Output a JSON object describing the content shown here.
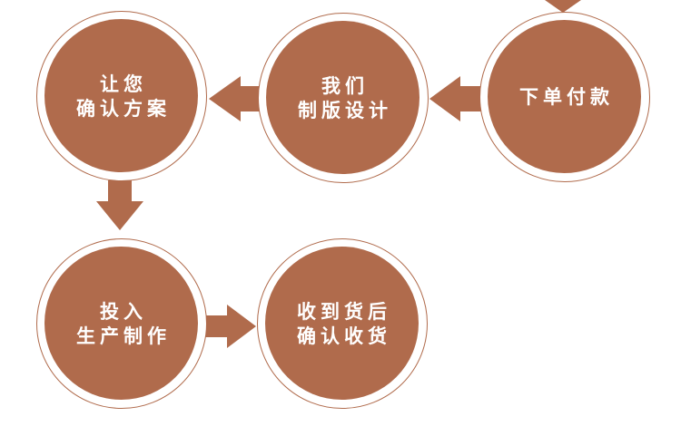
{
  "steps": [
    {
      "id": "pay",
      "lines": [
        "下单付款"
      ]
    },
    {
      "id": "design",
      "lines": [
        "我们",
        "制版设计"
      ]
    },
    {
      "id": "confirm",
      "lines": [
        "让您",
        "确认方案"
      ]
    },
    {
      "id": "produce",
      "lines": [
        "投入",
        "生产制作"
      ]
    },
    {
      "id": "receive",
      "lines": [
        "收到货后",
        "确认收货"
      ]
    }
  ],
  "colors": {
    "circle": "#b06b4c",
    "ring": "#b06b4c",
    "text": "#ffffff",
    "arrow": "#b06b4c"
  }
}
